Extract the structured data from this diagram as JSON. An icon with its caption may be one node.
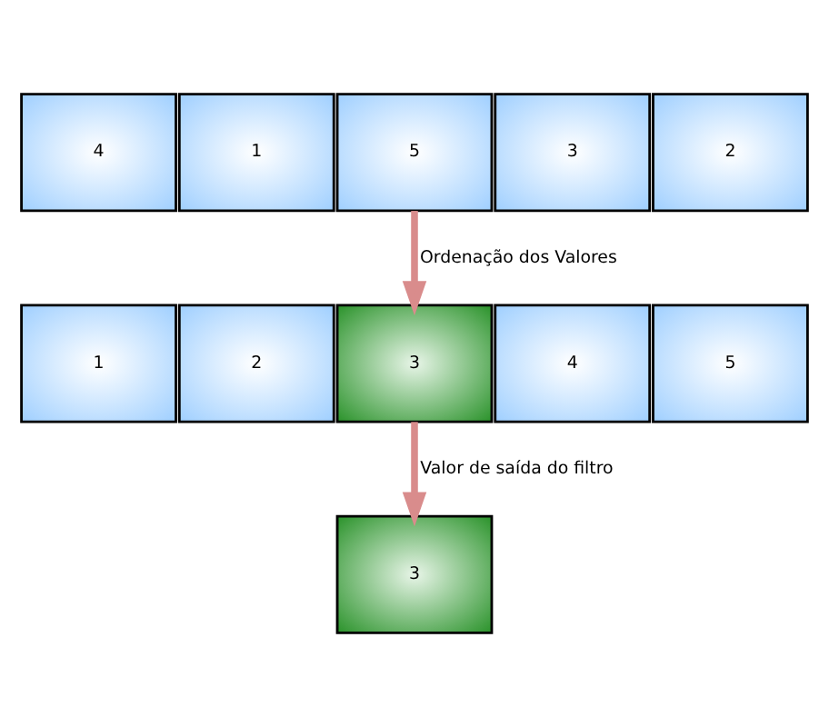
{
  "diagram": {
    "nodes": [
      {
        "text": [
          "4"
        ]
      },
      {
        "text": [
          "1"
        ]
      },
      {
        "text": [
          "5"
        ]
      },
      {
        "text": [
          "3"
        ]
      },
      {
        "text": [
          "2"
        ]
      },
      {
        "text": [
          "1"
        ]
      },
      {
        "text": [
          "2"
        ]
      },
      {
        "text": [
          "3"
        ]
      },
      {
        "text": [
          "4"
        ]
      },
      {
        "text": [
          "5"
        ]
      },
      {
        "text": [
          "3"
        ]
      }
    ],
    "edges": [
      {
        "from": 2,
        "to": 7,
        "arrow": "to",
        "label": "Ordenação dos Valores"
      },
      {
        "from": 7,
        "to": 10,
        "arrow": "to",
        "label": "Valor de saída do filtro"
      }
    ]
  }
}
